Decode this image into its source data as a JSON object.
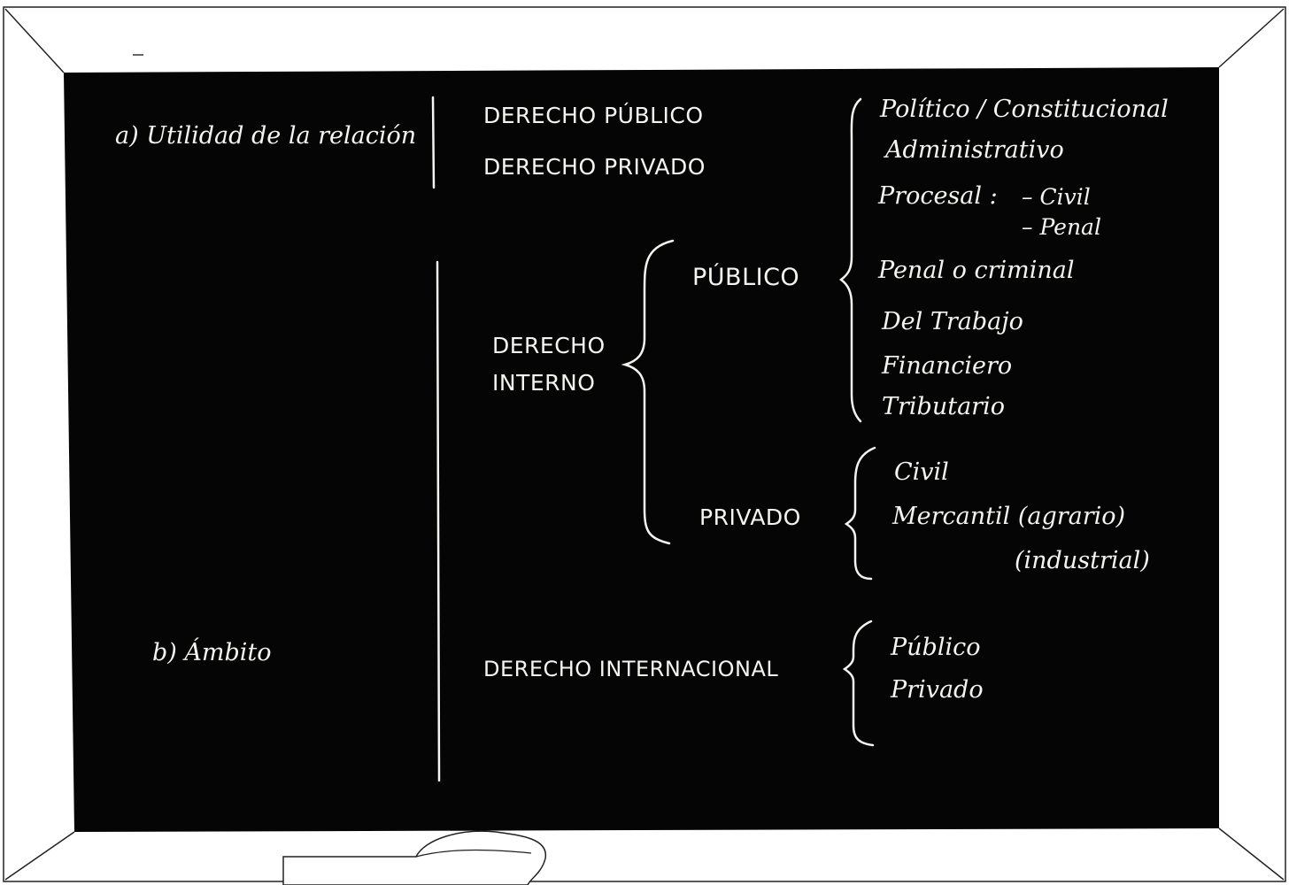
{
  "criteria": {
    "a": "a) Utilidad de la relación",
    "b": "b) Ámbito"
  },
  "utilidad": {
    "publico": "DERECHO PÚBLICO",
    "privado": "DERECHO PRIVADO"
  },
  "interno": {
    "label_line1": "DERECHO",
    "label_line2": "INTERNO",
    "publico_label": "PÚBLICO",
    "privado_label": "PRIVADO",
    "publico_branches": [
      "Político / Constitucional",
      "Administrativo",
      "Procesal :",
      "Penal o criminal",
      "Del Trabajo",
      "Financiero",
      "Tributario"
    ],
    "procesal_sub": [
      "– Civil",
      "– Penal"
    ],
    "privado_branches": [
      "Civil",
      "Mercantil (agrario)",
      "(industrial)"
    ]
  },
  "internacional": {
    "label": "DERECHO INTERNACIONAL",
    "branches": [
      "Público",
      "Privado"
    ]
  },
  "colors": {
    "board": "#050505",
    "chalk": "#f4f4f0",
    "frame": "#ffffff"
  }
}
